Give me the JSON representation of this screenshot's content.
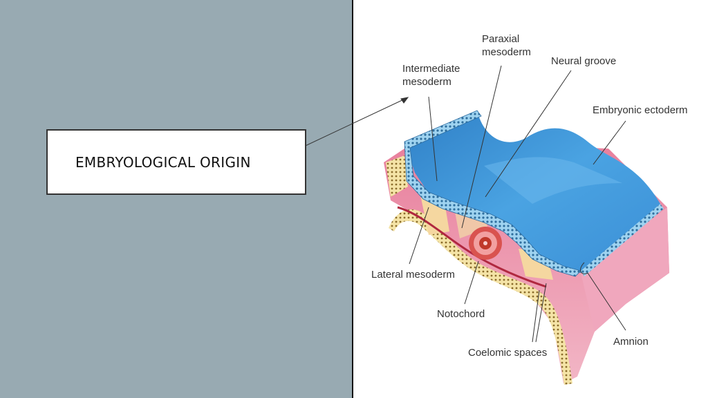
{
  "slide": {
    "title": "EMBRYOLOGICAL ORIGIN"
  },
  "diagram": {
    "labels": {
      "paraxial_1": "Paraxial",
      "paraxial_2": "mesoderm",
      "intermediate_1": "Intermediate",
      "intermediate_2": "mesoderm",
      "neural_groove": "Neural groove",
      "embryonic_ectoderm": "Embryonic ectoderm",
      "lateral_mesoderm": "Lateral mesoderm",
      "notochord": "Notochord",
      "coelomic_spaces": "Coelomic spaces",
      "amnion": "Amnion"
    }
  },
  "colors": {
    "left_panel": "#98aab2",
    "ectoderm": "#3a8fd4",
    "mesoderm": "#e9a3b5",
    "notochord": "#c0392b"
  }
}
